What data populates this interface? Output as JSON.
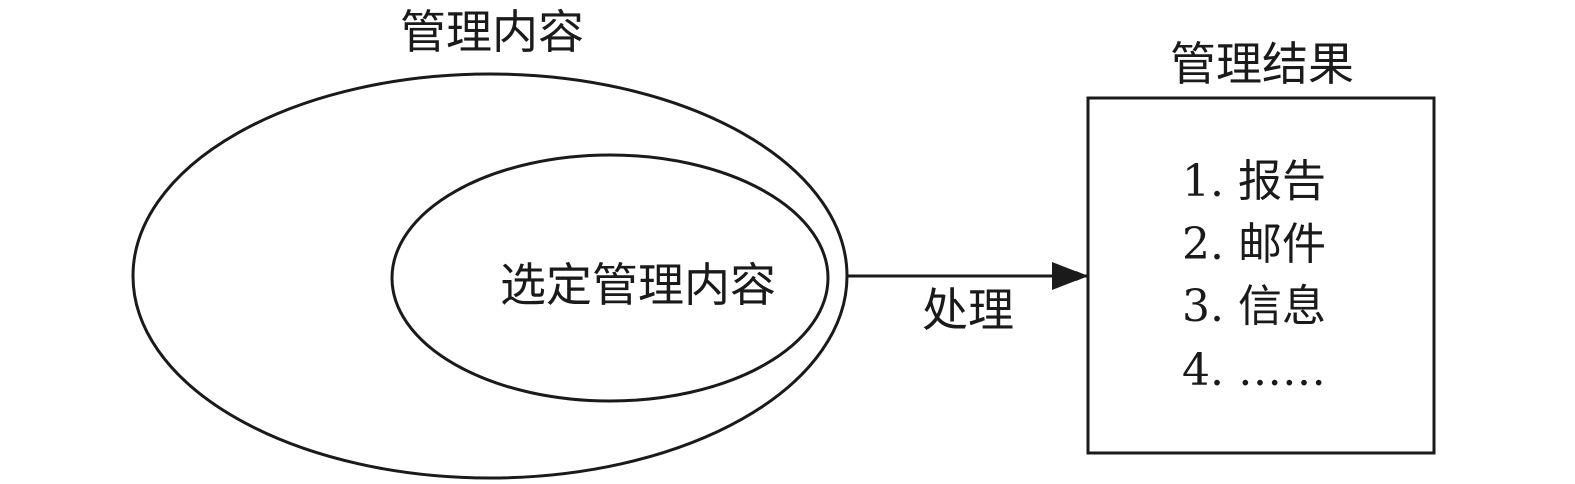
{
  "outer_set": {
    "title": "管理内容"
  },
  "inner_set": {
    "label": "选定管理内容"
  },
  "process": {
    "label": "处理"
  },
  "result": {
    "title": "管理结果",
    "items": [
      "1. 报告",
      "2. 邮件",
      "3. 信息",
      "4. ……"
    ]
  }
}
